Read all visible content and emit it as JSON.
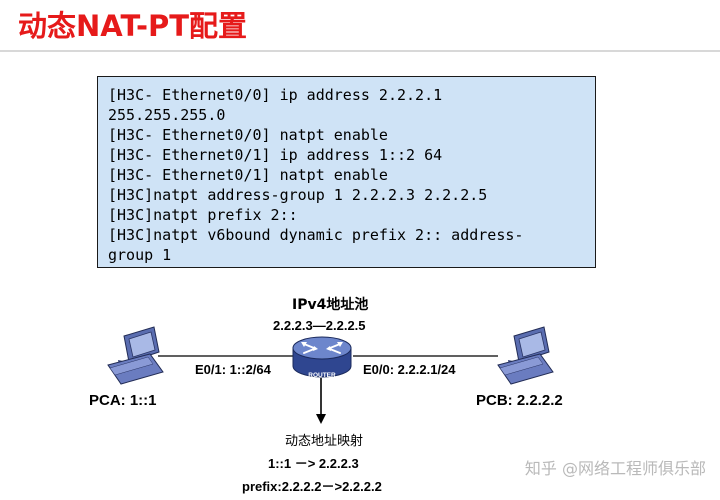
{
  "slide": {
    "title": "动态NAT-PT配置"
  },
  "config": {
    "lines": [
      "[H3C- Ethernet0/0] ip address 2.2.2.1",
      "255.255.255.0",
      "[H3C- Ethernet0/0] natpt enable",
      "[H3C- Ethernet0/1] ip address 1::2 64",
      "[H3C- Ethernet0/1] natpt enable",
      "[H3C]natpt address-group 1 2.2.2.3 2.2.2.5",
      "[H3C]natpt prefix 2::",
      "[H3C]natpt v6bound dynamic prefix 2:: address-",
      "group 1"
    ]
  },
  "diagram": {
    "pool_title": "IPv4地址池",
    "pool_range": "2.2.2.3—2.2.2.5",
    "router_label": "ROUTER",
    "left_interface": "E0/1: 1::2/64",
    "right_interface": "E0/0: 2.2.2.1/24",
    "pca_label": "PCA: 1::1",
    "pcb_label": "PCB: 2.2.2.2",
    "mapping_title": "动态地址映射",
    "mapping_line1": "1::1 －> 2.2.2.3",
    "mapping_line2": "prefix:2.2.2.2－>2.2.2.2"
  },
  "watermark": {
    "text": "知乎 @网络工程师俱乐部"
  },
  "colors": {
    "title": "#e61a1a",
    "config_background": "#cfe3f6",
    "router_blue": "#3f5aa6",
    "pc_blue": "#3d4f8f"
  }
}
